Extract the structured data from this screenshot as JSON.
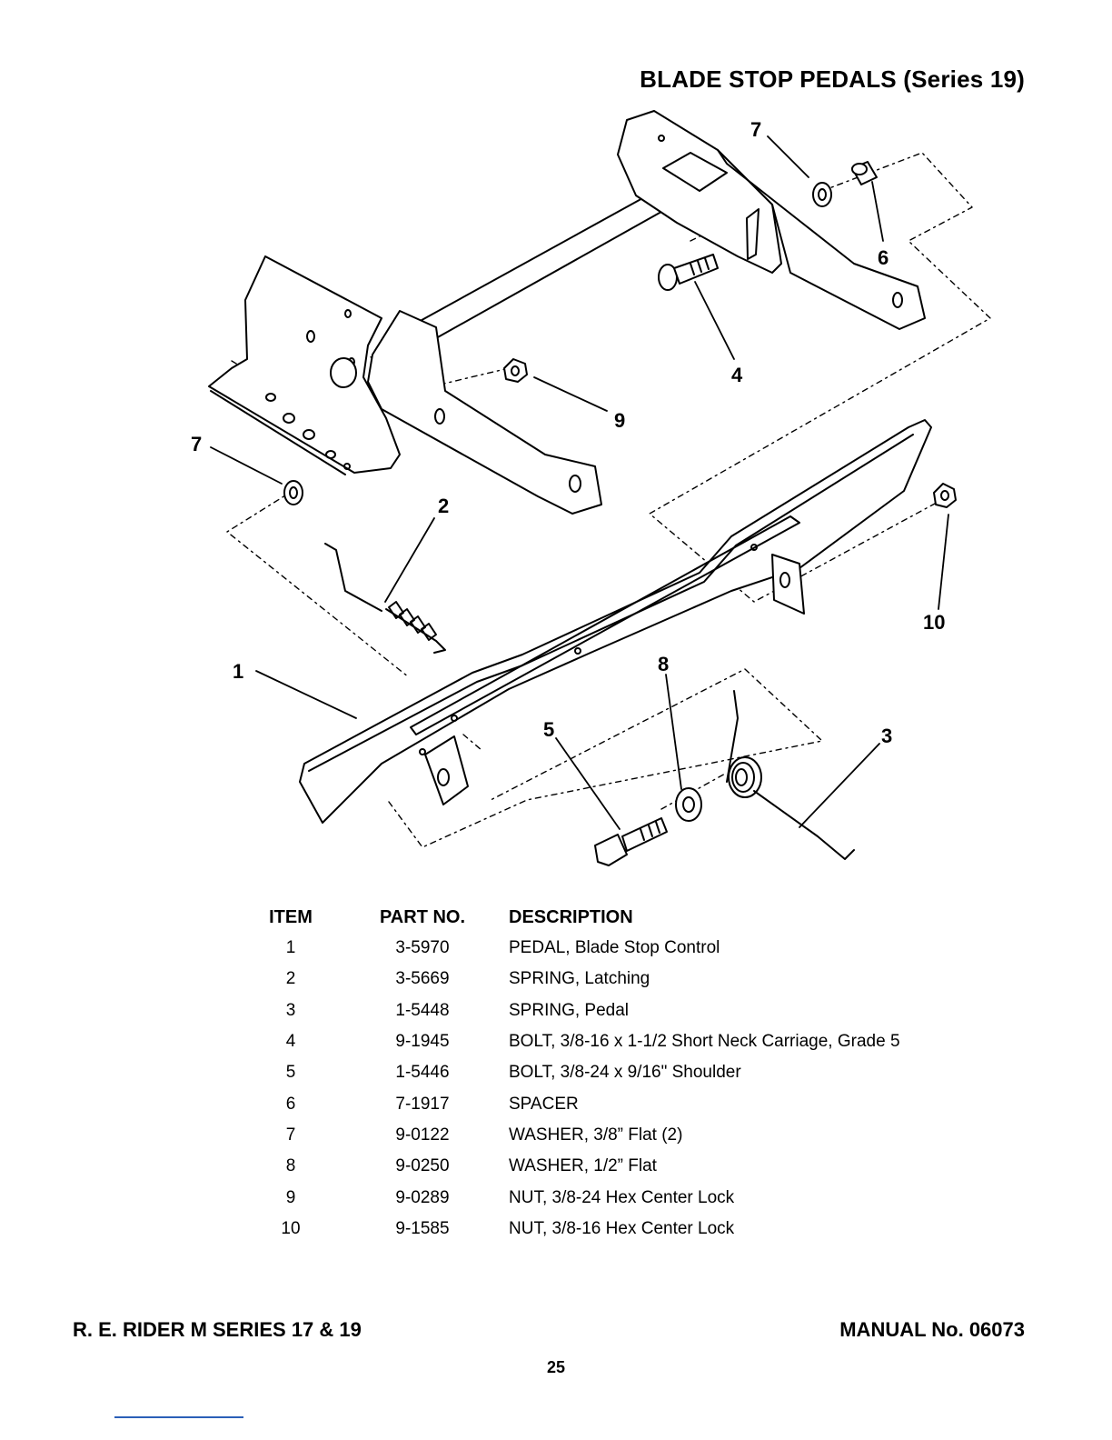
{
  "page": {
    "title": "BLADE STOP PEDALS (Series 19)",
    "footer_left": "R. E. RIDER M SERIES 17 & 19",
    "footer_right": "MANUAL No. 06073",
    "page_number": "25"
  },
  "diagram": {
    "callouts": {
      "c1": "1",
      "c2": "2",
      "c3": "3",
      "c4": "4",
      "c5": "5",
      "c6": "6",
      "c7a": "7",
      "c7b": "7",
      "c8": "8",
      "c9": "9",
      "c10": "10"
    }
  },
  "table": {
    "headers": {
      "item": "ITEM",
      "part": "PART NO.",
      "description": "DESCRIPTION"
    },
    "rows": [
      {
        "item": "1",
        "part": "3-5970",
        "description": "PEDAL, Blade Stop Control"
      },
      {
        "item": "2",
        "part": "3-5669",
        "description": "SPRING, Latching"
      },
      {
        "item": "3",
        "part": "1-5448",
        "description": "SPRING, Pedal"
      },
      {
        "item": "4",
        "part": "9-1945",
        "description": "BOLT, 3/8-16 x 1-1/2 Short Neck Carriage, Grade 5"
      },
      {
        "item": "5",
        "part": "1-5446",
        "description": "BOLT, 3/8-24 x 9/16\" Shoulder"
      },
      {
        "item": "6",
        "part": "7-1917",
        "description": "SPACER"
      },
      {
        "item": "7",
        "part": "9-0122",
        "description": "WASHER, 3/8” Flat (2)"
      },
      {
        "item": "8",
        "part": "9-0250",
        "description": "WASHER, 1/2” Flat"
      },
      {
        "item": "9",
        "part": "9-0289",
        "description": "NUT, 3/8-24 Hex Center Lock"
      },
      {
        "item": "10",
        "part": "9-1585",
        "description": "NUT, 3/8-16 Hex Center Lock"
      }
    ]
  }
}
